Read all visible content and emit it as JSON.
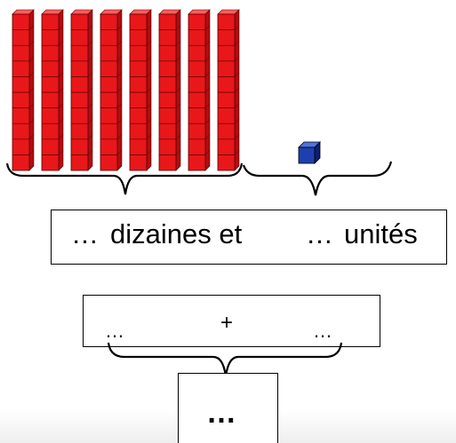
{
  "diagram": {
    "tens_rod_count": 8,
    "cubes_per_rod": 10,
    "unit_cube_count": 1,
    "colors": {
      "rod_face": "#e8171a",
      "rod_side": "#b00d10",
      "rod_top": "#ff5c5c",
      "rod_lines": "#5a0000",
      "cube_face": "#1f3fb0",
      "cube_top": "#4f74e0",
      "cube_side": "#0d1f6e",
      "lines": "#000000"
    }
  },
  "answer_line": {
    "tens_blank": "…",
    "tens_label": "dizaines et",
    "units_blank": "…",
    "units_label": "unités"
  },
  "sum": {
    "left_blank": "…",
    "plus": "+",
    "right_blank": "…",
    "result": "…"
  }
}
